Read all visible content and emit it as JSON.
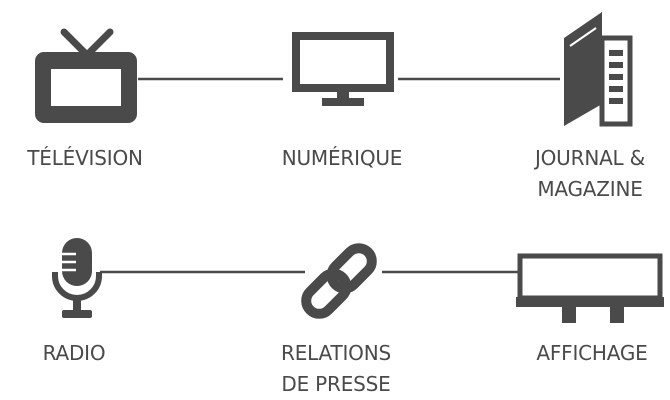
{
  "colors": {
    "icon": "#4a4a4a",
    "line": "#4a4a4a",
    "text": "#4a4a4a",
    "background": "#ffffff"
  },
  "rows": [
    {
      "items": [
        {
          "icon": "tv-icon",
          "label": "TÉLÉVISION"
        },
        {
          "icon": "monitor-icon",
          "label": "NUMÉRIQUE"
        },
        {
          "icon": "newspaper-icon",
          "label": "JOURNAL &\nMAGAZINE"
        }
      ]
    },
    {
      "items": [
        {
          "icon": "microphone-icon",
          "label": "RADIO"
        },
        {
          "icon": "chain-link-icon",
          "label": "RELATIONS\nDE PRESSE"
        },
        {
          "icon": "billboard-icon",
          "label": "AFFICHAGE"
        }
      ]
    }
  ]
}
